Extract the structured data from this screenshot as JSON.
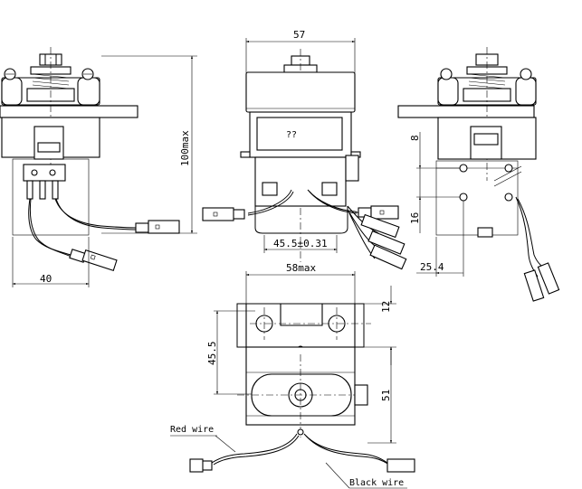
{
  "dimensions": {
    "left_width": "40",
    "left_height": "100max",
    "front_width": "57",
    "front_span": "45.5±0.31",
    "right_pitch_top": "8",
    "right_pitch": "16",
    "right_offset": "25.4",
    "bottom_width": "58max",
    "bottom_hole_pitch": "45.5",
    "bottom_top": "12",
    "bottom_depth": "51"
  },
  "nameplate_text": "??",
  "labels": {
    "red_wire": "Red wire",
    "black_wire": "Black wire"
  }
}
